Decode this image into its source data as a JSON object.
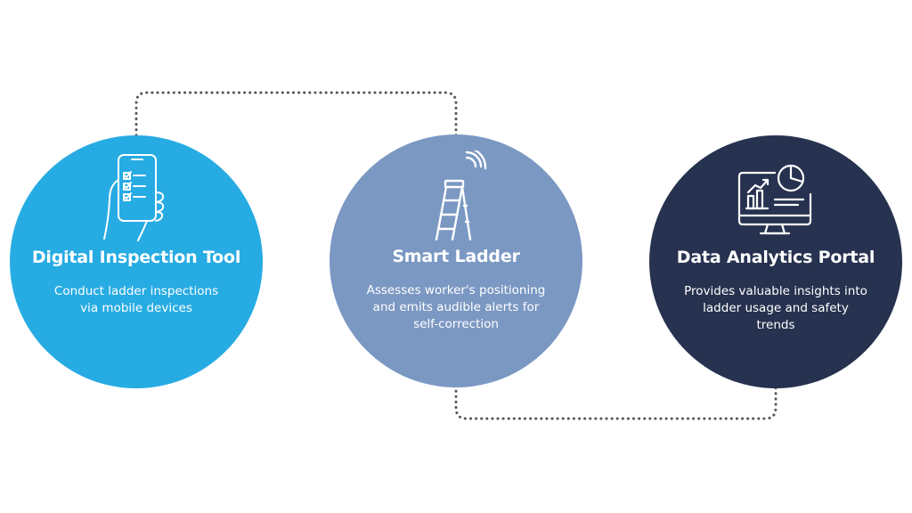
{
  "colors": {
    "light_blue": "#27ABE3",
    "steel_blue": "#7B98C3",
    "navy": "#26324F",
    "connector": "#555555"
  },
  "steps": [
    {
      "icon": "phone-checklist-icon",
      "title": "Digital Inspection Tool",
      "description": "Conduct ladder inspections via mobile devices"
    },
    {
      "icon": "smart-ladder-icon",
      "title": "Smart Ladder",
      "description": "Assesses worker's positioning and emits audible alerts for self-correction"
    },
    {
      "icon": "analytics-monitor-icon",
      "title": "Data Analytics Portal",
      "description": "Provides valuable insights into ladder usage and safety trends"
    }
  ]
}
